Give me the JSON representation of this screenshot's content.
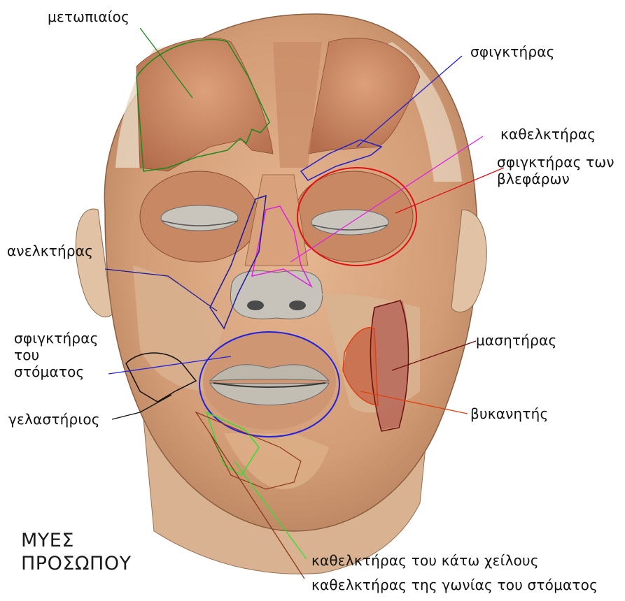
{
  "title": {
    "line1": "ΜΥΕΣ",
    "line2": "ΠΡΟΣΩΠΟΥ"
  },
  "labels": {
    "frontalis": "μετωπιαίος",
    "sphincter_top": "σφιγκτήρας",
    "depressor": "καθελκτήρας",
    "eyelid_line1": "σφιγκτήρας των",
    "eyelid_line2": "βλεφάρων",
    "levator": "ανελκτήρας",
    "mouth_line1": "σφιγκτήρας",
    "mouth_line2": "του",
    "mouth_line3": "στόματος",
    "masseter": "μασητήρας",
    "risorius": "γελαστήριος",
    "buccinator": "βυκανητής",
    "lower_lip": "καθελκτήρας του κάτω χείλους",
    "mouth_angle": "καθελκτήρας της γωνίας του στόματος"
  },
  "colors": {
    "frontalis": "#1a8a1a",
    "sphincter_top": "#1f1fd0",
    "depressor": "#e020e0",
    "eyelid": "#e01010",
    "levator": "#1a1a9a",
    "mouth": "#2020e0",
    "masseter": "#6a1010",
    "risorius": "#111111",
    "buccinator": "#e04010",
    "lower_lip": "#30e030",
    "mouth_angle": "#8a3a1a"
  }
}
